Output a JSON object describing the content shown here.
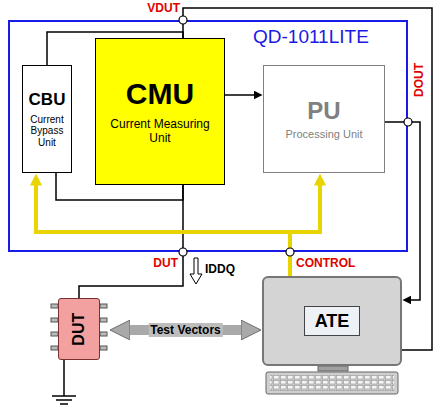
{
  "diagram": {
    "nodes": [
      {
        "text": [
          "QD-1011LITE"
        ]
      },
      {
        "text": [
          "CBU",
          "Current Bypass Unit"
        ],
        "in": 0
      },
      {
        "text": [
          "CMU",
          "Current Measuring Unit"
        ],
        "in": 0
      },
      {
        "text": [
          "PU",
          "Processing Unit"
        ],
        "in": 0
      },
      {
        "text": [
          "DUT"
        ]
      },
      {
        "text": [
          "ATE"
        ]
      }
    ],
    "edges": [
      {
        "from": 2,
        "to": 3,
        "arrow": "to"
      },
      {
        "from": 1,
        "to": 2,
        "arrow": "none"
      },
      {
        "from": 1,
        "to": 2,
        "arrow": "none"
      },
      {
        "from": 2,
        "to": 4,
        "arrow": "none"
      },
      {
        "from": 5,
        "to": 1,
        "arrow": "to"
      },
      {
        "from": 5,
        "to": 3,
        "arrow": "to"
      },
      {
        "from": 3,
        "to": 5,
        "arrow": "to"
      },
      {
        "from": 5,
        "to": 0,
        "arrow": "none"
      },
      {
        "from": 4,
        "to": 5,
        "label": "Test Vectors",
        "arrow": "both"
      }
    ],
    "labels": [
      "VDUT",
      "DOUT",
      "DUT",
      "IDDQ",
      "CONTROL"
    ]
  }
}
